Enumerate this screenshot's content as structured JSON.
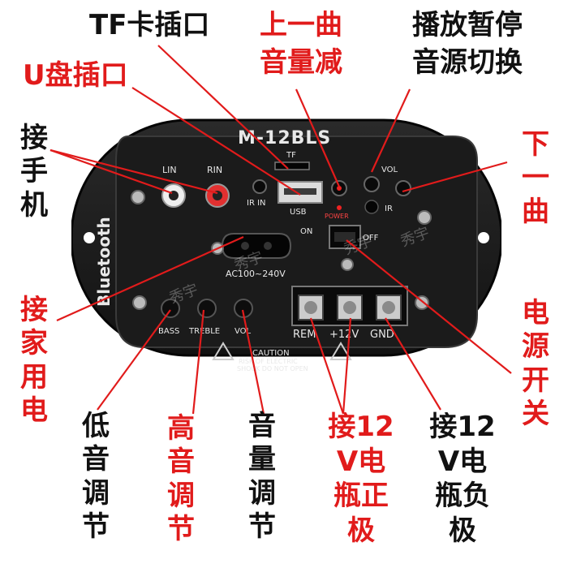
{
  "labels": {
    "tf_slot": "TF卡插口",
    "prev_track": "上一曲",
    "volume_down": "音量减",
    "play_pause": "播放暂停",
    "source_switch": "音源切换",
    "usb_slot": "U盘插口",
    "phone_input": "接手机",
    "next_track": "下一曲",
    "mains_power": "接家用电",
    "power_switch": "电源开关",
    "bass_adjust": "低音调节",
    "treble_adjust": "高音调节",
    "volume_adjust": "音量调节",
    "battery_positive": "接12V电瓶正极",
    "battery_negative": "接12V电瓶负极"
  },
  "board": {
    "model": "M-12BLS",
    "brand": "Bluetooth",
    "lin": "LIN",
    "rin": "RIN",
    "irin": "IR IN",
    "tf": "TF",
    "usb": "USB",
    "vol": "VOL",
    "ir": "IR",
    "power": "POWER",
    "on": "ON",
    "off": "OFF",
    "ac": "AC100~240V",
    "bass": "BASS",
    "treble": "TREBLE",
    "vol_knob": "VOL",
    "rem": "REM",
    "plus12v": "+12V",
    "gnd": "GND",
    "caution": "CAUTION",
    "caution_line1": "RISK OF ELECTRIC",
    "caution_line2": "SHOCK DO NOT OPEN",
    "watermark": "秀宇"
  },
  "colors": {
    "red_label": "#e11b1b",
    "black_label": "#111111",
    "panel": "#1c1c1c",
    "leader_line": "#e11b1b"
  }
}
